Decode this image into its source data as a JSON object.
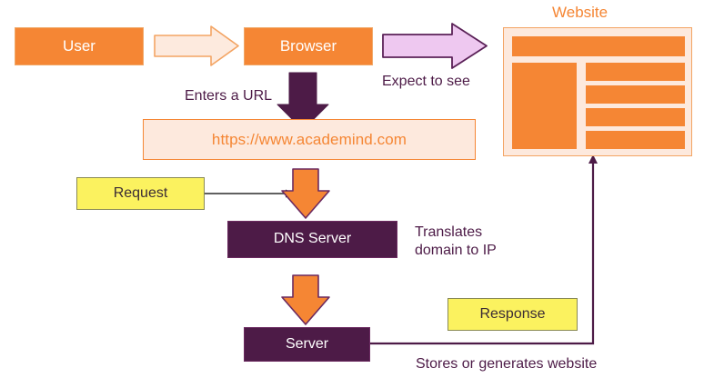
{
  "diagram": {
    "title": "How the web works: URL to website request flow",
    "colors": {
      "orange": "#f58634",
      "orange_light": "#fde9dd",
      "purple": "#4d1b47",
      "purple_arrow": "#e9c4ea",
      "yellow": "#fbf25f",
      "white": "#ffffff"
    },
    "nodes": {
      "user": "User",
      "browser": "Browser",
      "url": "https://www.academind.com",
      "request": "Request",
      "dns_server": "DNS Server",
      "server": "Server",
      "response": "Response",
      "website": "Website"
    },
    "labels": {
      "enters_a_url": "Enters a URL",
      "expect_to_see": "Expect to see",
      "translates_domain_to_ip": "Translates\ndomain to IP",
      "stores_or_generates_website": "Stores or generates website"
    },
    "connectors": [
      {
        "name": "user-to-browser",
        "kind": "block-arrow",
        "direction": "right",
        "style": "outline-orange"
      },
      {
        "name": "browser-to-website",
        "kind": "block-arrow",
        "direction": "right",
        "style": "filled-violet"
      },
      {
        "name": "browser-to-url",
        "kind": "block-arrow",
        "direction": "down",
        "style": "filled-purple"
      },
      {
        "name": "request-to-dns",
        "kind": "line-arrow",
        "direction": "right",
        "style": "thin-dark"
      },
      {
        "name": "url-to-dns",
        "kind": "block-arrow",
        "direction": "down",
        "style": "filled-orange"
      },
      {
        "name": "dns-to-server",
        "kind": "block-arrow",
        "direction": "down",
        "style": "filled-orange"
      },
      {
        "name": "server-to-website",
        "kind": "elbow-arrow",
        "direction": "up",
        "style": "thin-purple"
      }
    ],
    "website_mockup": {
      "header_bars": 1,
      "sidebar_blocks": 1,
      "content_rows": 4
    }
  }
}
